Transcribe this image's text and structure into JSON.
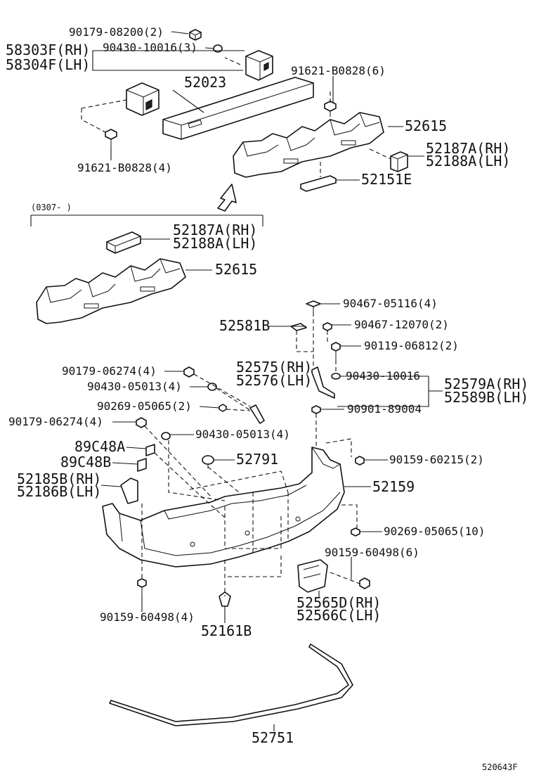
{
  "diagram": {
    "catalog_code": "520643F",
    "variant_range": "(0307-      )",
    "labels": {
      "nut_top": "90179-08200(2)",
      "washer_top": "90430-10016(3)",
      "retainer_rh": "58303F(RH)",
      "retainer_lh": "58304F(LH)",
      "reinforcement": "52023",
      "bolt_right_top": "91621-B0828(6)",
      "absorber_top": "52615",
      "bracket_rh_top": "52187A(RH)",
      "bracket_lh_top": "52188A(LH)",
      "spacer": "52151E",
      "bolt_left_top": "91621-B0828(4)",
      "bracket_rh_alt": "52187A(RH)",
      "bracket_lh_alt": "52188A(LH)",
      "absorber_alt": "52615",
      "clip_a": "90467-05116(4)",
      "pad": "52581B",
      "clip_b": "90467-12070(2)",
      "bolt_c": "90119-06812(2)",
      "support_rh": "52575(RH)",
      "support_lh": "52576(LH)",
      "washer_c": "90430-10016",
      "stay_rh": "52579A(RH)",
      "stay_lh": "52589B(LH)",
      "nut_c": "90901-89004",
      "nut_left_1": "90179-06274(4)",
      "washer_left_1": "90430-05013(4)",
      "screw_left": "90269-05065(2)",
      "nut_left_2": "90179-06274(4)",
      "washer_left_2": "90430-05013(4)",
      "retainer_a": "89C48A",
      "retainer_b": "89C48B",
      "grommet": "52791",
      "side_bracket_rh": "52185B(RH)",
      "side_bracket_lh": "52186B(LH)",
      "screw_right": "90159-60215(2)",
      "bumper_cover": "52159",
      "screw_right_2": "90269-05065(10)",
      "screw_right_3": "90159-60498(6)",
      "side_retainer_rh": "52565D(RH)",
      "side_retainer_lh": "52566C(LH)",
      "screw_bottom": "90159-60498(4)",
      "clip_bottom": "52161B",
      "molding": "52751"
    }
  }
}
